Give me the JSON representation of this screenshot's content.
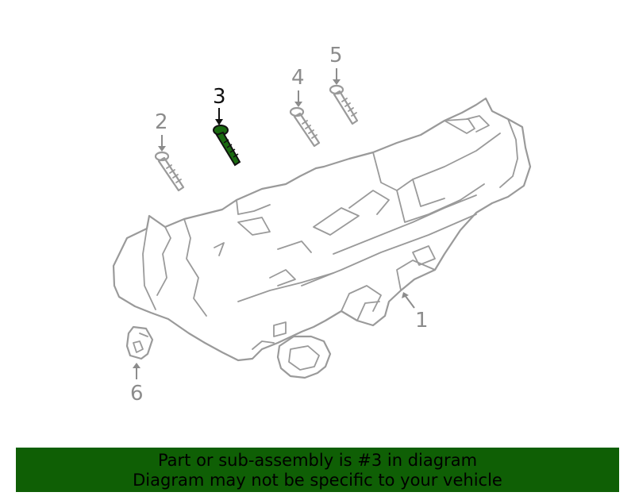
{
  "callouts": [
    {
      "id": "1",
      "label": "1"
    },
    {
      "id": "2",
      "label": "2"
    },
    {
      "id": "3",
      "label": "3",
      "highlighted": true
    },
    {
      "id": "4",
      "label": "4"
    },
    {
      "id": "5",
      "label": "5"
    },
    {
      "id": "6",
      "label": "6"
    }
  ],
  "banner": {
    "line1": "Part or sub-assembly is #3 in diagram",
    "line2": "Diagram may not be specific to your vehicle"
  },
  "colors": {
    "highlight": "#1a6b10",
    "banner_bg": "#0f5f05",
    "linework": "#9a9a9a"
  }
}
